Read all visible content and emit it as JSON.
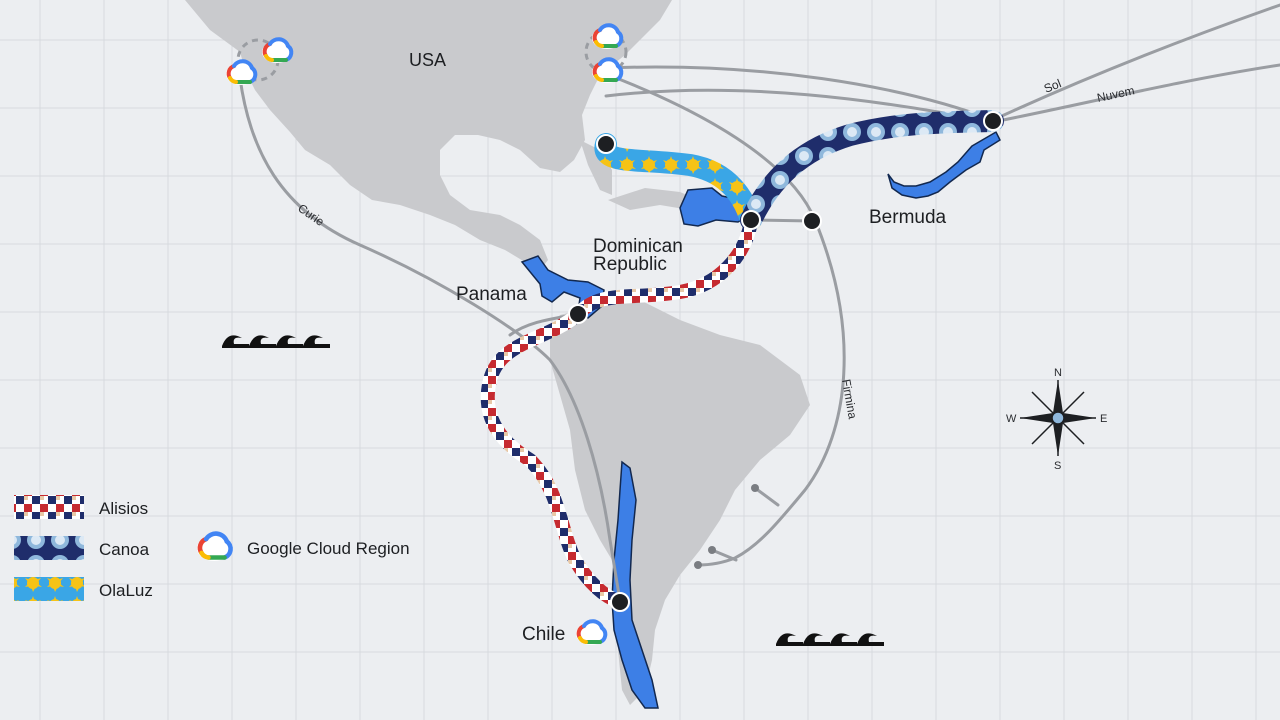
{
  "map": {
    "labels": {
      "usa": "USA",
      "bermuda": "Bermuda",
      "dominican_republic_line1": "Dominican",
      "dominican_republic_line2": "Republic",
      "panama": "Panama",
      "chile": "Chile"
    },
    "cables": {
      "curie": "Curie",
      "firmina": "Firmina",
      "sol": "Sol",
      "nuvem": "Nuvem"
    },
    "compass": {
      "north": "N",
      "south": "S",
      "east": "E",
      "west": "W"
    }
  },
  "legend": {
    "items": [
      {
        "label": "Alisios",
        "pattern": "alisios"
      },
      {
        "label": "Canoa",
        "pattern": "canoa"
      },
      {
        "label": "OlaLuz",
        "pattern": "olaluz"
      }
    ],
    "cloud_region_label": "Google Cloud Region"
  },
  "colors": {
    "background": "#eceef1",
    "grid": "#d7dade",
    "land": "#c9cacd",
    "highlight_country": "#3d7fe6",
    "cable_gray": "#9a9da2",
    "alisios_blue": "#1f2d6b",
    "alisios_red": "#c62a30",
    "canoa_light": "#8fb8dc",
    "olaluz_blue": "#3aa6e6",
    "olaluz_yellow": "#f6c316"
  },
  "icons": [
    "google-cloud-icon",
    "landing-station-dot",
    "wave-icon",
    "compass-rose-icon"
  ]
}
